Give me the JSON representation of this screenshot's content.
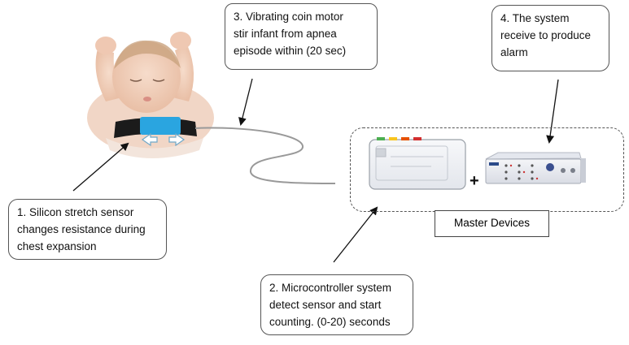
{
  "callouts": {
    "sensor": {
      "lines": [
        "1. Silicon stretch sensor",
        "changes resistance during",
        "chest expansion"
      ]
    },
    "microcontroller": {
      "lines": [
        "2. Microcontroller system",
        "detect sensor and start",
        "counting. (0-20) seconds"
      ]
    },
    "motor": {
      "lines": [
        "3. Vibrating coin motor",
        "stir infant from apnea",
        "episode within (20 sec)"
      ]
    },
    "alarm": {
      "lines": [
        "4. The system",
        "receive to produce",
        "alarm"
      ]
    }
  },
  "master_label": "Master Devices",
  "plus_symbol": "+",
  "colors": {
    "band": "#1b1b1b",
    "sensor_blue": "#2aa5e0",
    "device_body": "#eceef3",
    "cable": "#999999"
  }
}
